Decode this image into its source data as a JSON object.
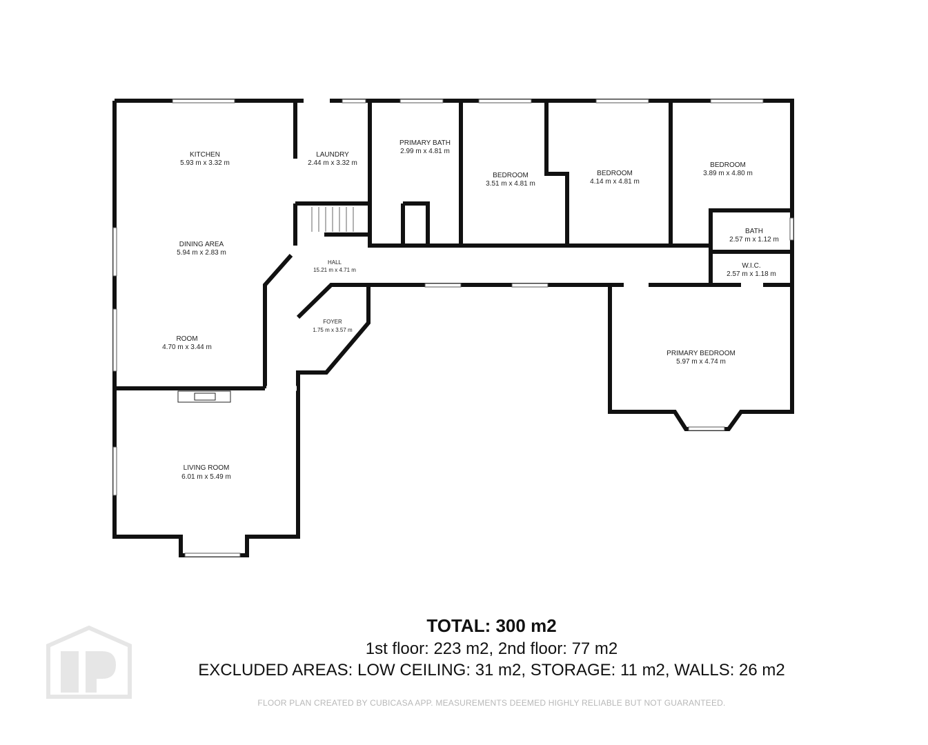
{
  "rooms": [
    {
      "id": "kitchen",
      "name": "KITCHEN",
      "dims": "5.93 m x 3.32 m"
    },
    {
      "id": "laundry",
      "name": "LAUNDRY",
      "dims": "2.44 m x 3.32 m"
    },
    {
      "id": "primary-bath",
      "name": "PRIMARY BATH",
      "dims": "2.99 m x 4.81 m"
    },
    {
      "id": "bedroom-1",
      "name": "BEDROOM",
      "dims": "3.51 m x 4.81 m"
    },
    {
      "id": "bedroom-2",
      "name": "BEDROOM",
      "dims": "4.14 m x 4.81 m"
    },
    {
      "id": "bedroom-3",
      "name": "BEDROOM",
      "dims": "3.89 m x 4.80 m"
    },
    {
      "id": "bath",
      "name": "BATH",
      "dims": "2.57 m x 1.12 m"
    },
    {
      "id": "wic",
      "name": "W.I.C.",
      "dims": "2.57 m x 1.18 m"
    },
    {
      "id": "dining-area",
      "name": "DINING AREA",
      "dims": "5.94 m x 2.83 m"
    },
    {
      "id": "hall",
      "name": "HALL",
      "dims": "15.21 m x 4.71 m"
    },
    {
      "id": "foyer",
      "name": "FOYER",
      "dims": "1.75 m x 3.57 m"
    },
    {
      "id": "room",
      "name": "ROOM",
      "dims": "4.70 m x 3.44 m"
    },
    {
      "id": "primary-bedroom",
      "name": "PRIMARY BEDROOM",
      "dims": "5.97 m x 4.74 m"
    },
    {
      "id": "living-room",
      "name": "LIVING ROOM",
      "dims": "6.01 m x 5.49 m"
    }
  ],
  "summary": {
    "total": "TOTAL: 300 m2",
    "floors": "1st floor: 223 m2, 2nd floor: 77 m2",
    "excluded": "EXCLUDED AREAS: LOW CEILING: 31 m2, STORAGE: 11 m2, WALLS: 26 m2"
  },
  "disclaimer": "FLOOR PLAN CREATED BY CUBICASA APP. MEASUREMENTS DEEMED HIGHLY RELIABLE BUT NOT GUARANTEED.",
  "colors": {
    "wall": "#111111",
    "window": "#cfcfcf",
    "watermark": "#e6e6e6",
    "disclaimer": "#b8b8b8"
  }
}
